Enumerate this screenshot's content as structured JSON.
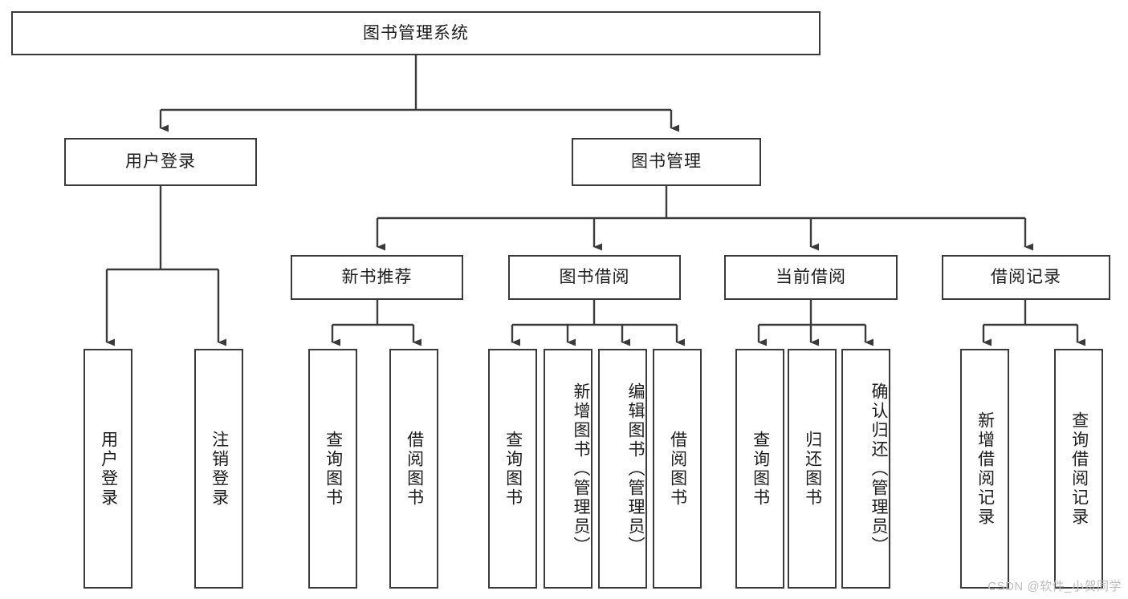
{
  "diagram": {
    "type": "tree",
    "title": "图书管理系统",
    "orientation": "top-down",
    "stroke_color": "#3a3a3a",
    "fill_color": "#ffffff",
    "text_color": "#1c1c1c"
  },
  "watermark": {
    "text": "CSDN @软件_小贺同学",
    "color": "#bdbdbd"
  },
  "nodes": {
    "root": {
      "label": "图书管理系统",
      "level": 0
    },
    "l1": [
      {
        "id": "user_login",
        "label": "用户登录"
      },
      {
        "id": "book_manage",
        "label": "图书管理"
      }
    ],
    "l2": [
      {
        "id": "new_book_rec",
        "label": "新书推荐",
        "parent": "book_manage"
      },
      {
        "id": "book_borrow",
        "label": "图书借阅",
        "parent": "book_manage"
      },
      {
        "id": "current_borrow",
        "label": "当前借阅",
        "parent": "book_manage"
      },
      {
        "id": "borrow_record",
        "label": "借阅记录",
        "parent": "book_manage"
      }
    ],
    "leaves": [
      {
        "id": "leaf_user_login",
        "label": "用户登录",
        "parent": "user_login"
      },
      {
        "id": "leaf_logout",
        "label": "注销登录",
        "parent": "user_login"
      },
      {
        "id": "leaf_query_book_1",
        "label": "查询图书",
        "parent": "new_book_rec"
      },
      {
        "id": "leaf_borrow_book_1",
        "label": "借阅图书",
        "parent": "new_book_rec"
      },
      {
        "id": "leaf_query_book_2",
        "label": "查询图书",
        "parent": "book_borrow"
      },
      {
        "id": "leaf_add_book",
        "label": "新增图书（管理员）",
        "parent": "book_borrow"
      },
      {
        "id": "leaf_edit_book",
        "label": "编辑图书（管理员）",
        "parent": "book_borrow"
      },
      {
        "id": "leaf_borrow_book_2",
        "label": "借阅图书",
        "parent": "book_borrow"
      },
      {
        "id": "leaf_query_book_3",
        "label": "查询图书",
        "parent": "current_borrow"
      },
      {
        "id": "leaf_return_book",
        "label": "归还图书",
        "parent": "current_borrow"
      },
      {
        "id": "leaf_confirm_return",
        "label": "确认归还（管理员）",
        "parent": "current_borrow"
      },
      {
        "id": "leaf_add_record",
        "label": "新增借阅记录",
        "parent": "borrow_record"
      },
      {
        "id": "leaf_query_record",
        "label": "查询借阅记录",
        "parent": "borrow_record"
      }
    ]
  }
}
